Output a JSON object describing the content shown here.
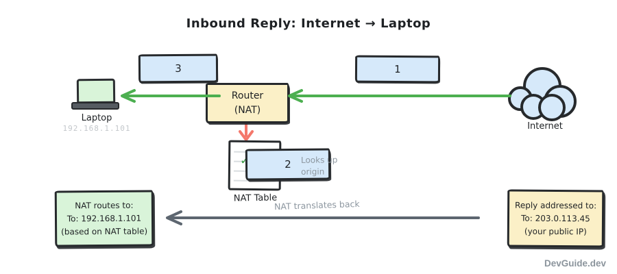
{
  "title": "Inbound Reply: Internet → Laptop",
  "colors": {
    "ink": "#26292c",
    "blue_fill": "#d6e9fa",
    "yellow_fill": "#fbf0c7",
    "green_fill": "#d9f4d9",
    "arrow_green": "#4caf50",
    "arrow_red": "#f4786b",
    "arrow_gray": "#5d6670",
    "muted_text": "#8d97a0"
  },
  "flow": {
    "step1": {
      "number": "1"
    },
    "step2": {
      "number": "2",
      "note_line1": "Looks up",
      "note_line2": "origin"
    },
    "step3": {
      "number": "3"
    }
  },
  "nodes": {
    "laptop": {
      "label": "Laptop",
      "ip": "192.168.1.101"
    },
    "router": {
      "line1": "Router",
      "line2": "(NAT)"
    },
    "internet": {
      "label": "Internet"
    },
    "nat_table": {
      "label": "NAT Table"
    }
  },
  "icons": {
    "checkmark": "✓"
  },
  "labels": {
    "translates_back": "NAT translates back"
  },
  "result_box": {
    "line1": "NAT routes to:",
    "line2": "To: 192.168.1.101",
    "line3": "(based on NAT table)"
  },
  "reply_box": {
    "line1": "Reply addressed to:",
    "line2": "To: 203.0.113.45",
    "line3": "(your public IP)"
  },
  "watermark": "DevGuide.dev"
}
